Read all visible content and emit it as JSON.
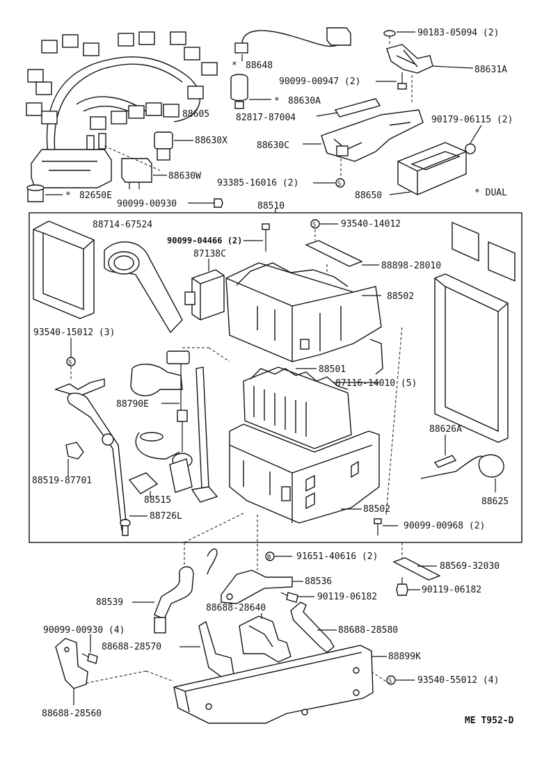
{
  "diagram": {
    "footer_code": "ME  T952-D",
    "legend": "* DUAL",
    "labels": {
      "p90183_05094": "90183-05094 (2)",
      "p88648": "88648",
      "p88631A": "88631A",
      "p90099_00947": "90099-00947 (2)",
      "p88630A": "88630A",
      "p82817_87004": "82817-87004",
      "p90179_06115": "90179-06115 (2)",
      "p88605": "88605",
      "p88630X": "88630X",
      "p88630C": "88630C",
      "p88630W": "88630W",
      "p93385_16016": "93385-16016 (2)",
      "p88650": "88650",
      "p82650E": "82650E",
      "p90099_00930": "90099-00930",
      "p88510": "88510",
      "p88714_67524": "88714-67524",
      "p90099_04466": "90099-04466 (2)",
      "p93540_14012": "93540-14012",
      "p87138C": "87138C",
      "p88898_28010": "88898-28010",
      "p88502_top": "88502",
      "p93540_15012": "93540-15012 (3)",
      "p88501": "88501",
      "p87116_14010": "87116-14010 (5)",
      "p88790E": "88790E",
      "p88626A": "88626A",
      "p88519_87701": "88519-87701",
      "p88515": "88515",
      "p88625": "88625",
      "p88726L": "88726L",
      "p88502_bot": "88502",
      "p90099_00968": "90099-00968 (2)",
      "p91651_40616": "91651-40616 (2)",
      "p88569_32030": "88569-32030",
      "p88536": "88536",
      "p88539": "88539",
      "p90119_06182a": "90119-06182",
      "p90119_06182b": "90119-06182",
      "p88688_28640": "88688-28640",
      "p88688_28580": "88688-28580",
      "p90099_00930_4": "90099-00930 (4)",
      "p88688_28570": "88688-28570",
      "p88899K": "88899K",
      "p93540_55012": "93540-55012 (4)",
      "p88688_28560": "88688-28560"
    },
    "markers": {
      "star": "*",
      "s": "S",
      "b": "B"
    }
  }
}
